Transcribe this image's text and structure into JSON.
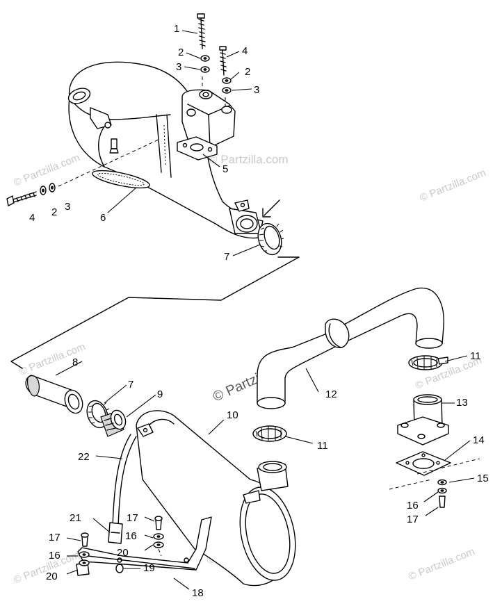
{
  "watermark": {
    "brand": "© Partzilla.com"
  },
  "callouts": {
    "c1": "1",
    "c2a": "2",
    "c3a": "3",
    "c4a": "4",
    "c2b": "2",
    "c3b": "3",
    "c4b": "4",
    "c2c": "2",
    "c3c": "3",
    "c5": "5",
    "c6": "6",
    "c7a": "7",
    "c8": "8",
    "c7b": "7",
    "c9": "9",
    "c10": "10",
    "c11a": "11",
    "c12": "12",
    "c13": "13",
    "c11b": "11",
    "c14": "14",
    "c15": "15",
    "c16a": "16",
    "c17a": "17",
    "c22": "22",
    "c21": "21",
    "c17b": "17",
    "c16b": "16",
    "c20a": "20",
    "c19": "19",
    "c17c": "17",
    "c16c": "16",
    "c20b": "20",
    "c18": "18"
  },
  "colors": {
    "line": "#000000",
    "background": "#ffffff",
    "shade": "#d8d8d8",
    "watermark": "#c9c9c9"
  }
}
